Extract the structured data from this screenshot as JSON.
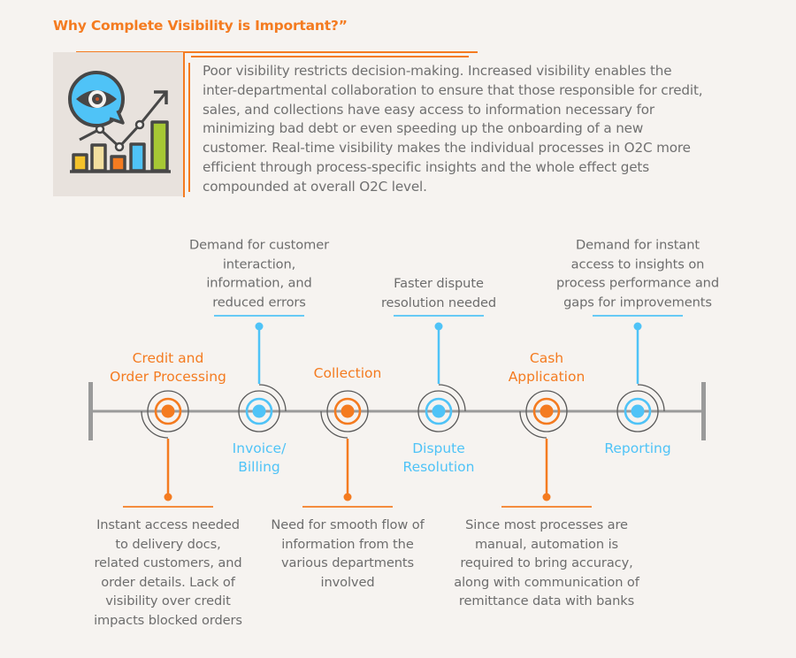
{
  "header": {
    "title": "Why Complete Visibility is Important?”"
  },
  "intro": {
    "icon": "eye-analytics-chart-icon",
    "lines": [
      "Poor visibility restricts decision-making. Increased visibility enables the",
      "inter-departmental collaboration to ensure that those responsible for credit,",
      "sales, and collections have easy access to information necessary for",
      "minimizing bad debt or even speeding up the onboarding of a new",
      "customer. Real-time visibility makes the individual processes in O2C more",
      "efficient through process-specific insights and the whole effect gets",
      "compounded at overall O2C level."
    ]
  },
  "colors": {
    "orange": "#f47b20",
    "blue": "#4fc3f7",
    "timeline": "#9a9a9a",
    "ring": "#5a5a5a",
    "background": "#f6f3f0"
  },
  "timeline": {
    "stages": [
      {
        "id": "credit",
        "color": "orange",
        "label": [
          "Credit and",
          "Order Processing"
        ],
        "label_position": "above",
        "note_position": "below",
        "note": [
          "Instant access needed",
          "to delivery docs,",
          "related customers, and",
          "order details. Lack of",
          "visibility over credit",
          "impacts blocked orders"
        ]
      },
      {
        "id": "invoice",
        "color": "blue",
        "label": [
          "Invoice/",
          "Billing"
        ],
        "label_position": "below",
        "note_position": "above",
        "note": [
          "Demand for customer",
          "interaction,",
          "information, and",
          "reduced errors"
        ]
      },
      {
        "id": "collection",
        "color": "orange",
        "label": [
          "Collection"
        ],
        "label_position": "above",
        "note_position": "below",
        "note": [
          "Need for smooth flow of",
          "information from the",
          "various departments",
          "involved"
        ]
      },
      {
        "id": "dispute",
        "color": "blue",
        "label": [
          "Dispute",
          "Resolution"
        ],
        "label_position": "below",
        "note_position": "above",
        "note": [
          "Faster dispute",
          "resolution needed"
        ]
      },
      {
        "id": "cash",
        "color": "orange",
        "label": [
          "Cash",
          "Application"
        ],
        "label_position": "above",
        "note_position": "below",
        "note": [
          "Since most processes are",
          "manual, automation is",
          "required to bring accuracy,",
          "along with communication of",
          "remittance data with banks"
        ]
      },
      {
        "id": "reporting",
        "color": "blue",
        "label": [
          "Reporting"
        ],
        "label_position": "below",
        "note_position": "above",
        "note": [
          "Demand for instant",
          "access to insights on",
          "process performance and",
          "gaps for improvements"
        ]
      }
    ]
  }
}
